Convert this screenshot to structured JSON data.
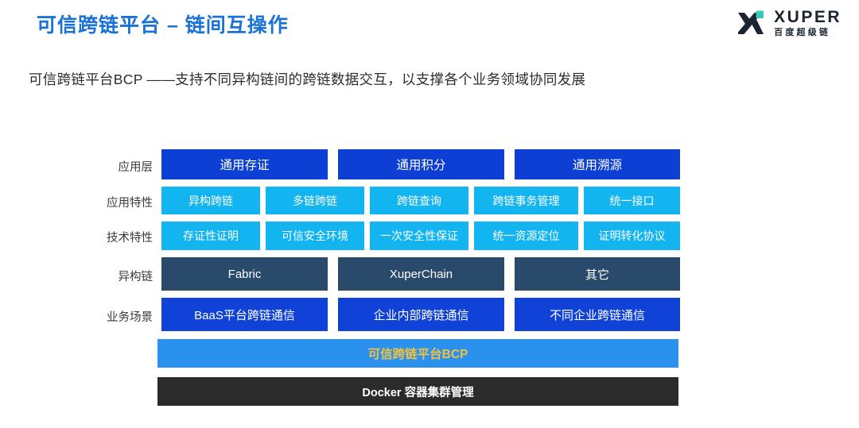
{
  "header": {
    "title": "可信跨链平台 – 链间互操作",
    "title_color": "#1a73d4",
    "logo": {
      "mark_icon": "xuper-x-logo-icon",
      "wordmark": "XUPER",
      "subtext": "百度超级链",
      "mark_color": "#1b2430",
      "accent_color": "#35c9b8"
    }
  },
  "subtitle": "可信跨链平台BCP ——支持不同异构链间的跨链数据交互，以支撑各个业务领域协同发展",
  "diagram": {
    "rows": [
      {
        "label": "应用层",
        "style": "app",
        "color": "#0d3fd4",
        "cells": [
          "通用存证",
          "通用积分",
          "通用溯源"
        ]
      },
      {
        "label": "应用特性",
        "style": "feature",
        "color": "#13b5f0",
        "cells": [
          "异构跨链",
          "多链跨链",
          "跨链查询",
          "跨链事务管理",
          "统一接口"
        ]
      },
      {
        "label": "技术特性",
        "style": "tech",
        "color": "#13b5f0",
        "cells": [
          "存证性证明",
          "可信安全环境",
          "一次安全性保证",
          "统一资源定位",
          "证明转化协议"
        ]
      },
      {
        "label": "异构链",
        "style": "chain",
        "color": "#2a4a6b",
        "cells": [
          "Fabric",
          "XuperChain",
          "其它"
        ]
      },
      {
        "label": "业务场景",
        "style": "scene",
        "color": "#1042d8",
        "cells": [
          "BaaS平台跨链通信",
          "企业内部跨链通信",
          "不同企业跨链通信"
        ]
      }
    ],
    "platform_bar": {
      "label": "可信跨链平台BCP",
      "background": "#2a92ee",
      "text_color": "#f2c23e"
    },
    "infra_bar": {
      "label": "Docker 容器集群管理",
      "background": "#2b2b2b",
      "text_color": "#ffffff"
    }
  }
}
